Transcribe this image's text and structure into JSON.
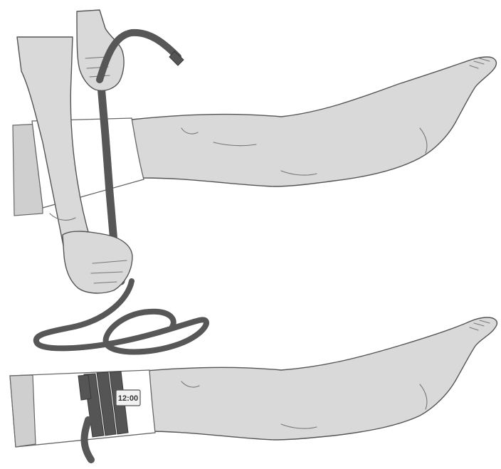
{
  "illustration": {
    "upper_panel": {
      "scene": "hands-applying-tourniquet-strap"
    },
    "lower_panel": {
      "scene": "tourniquet-applied-above-knee",
      "time_tag": "12:00"
    },
    "colors": {
      "skin": "#d9d9d9",
      "strap": "#555555",
      "padding": "#ffffff",
      "outline": "#555555"
    }
  }
}
